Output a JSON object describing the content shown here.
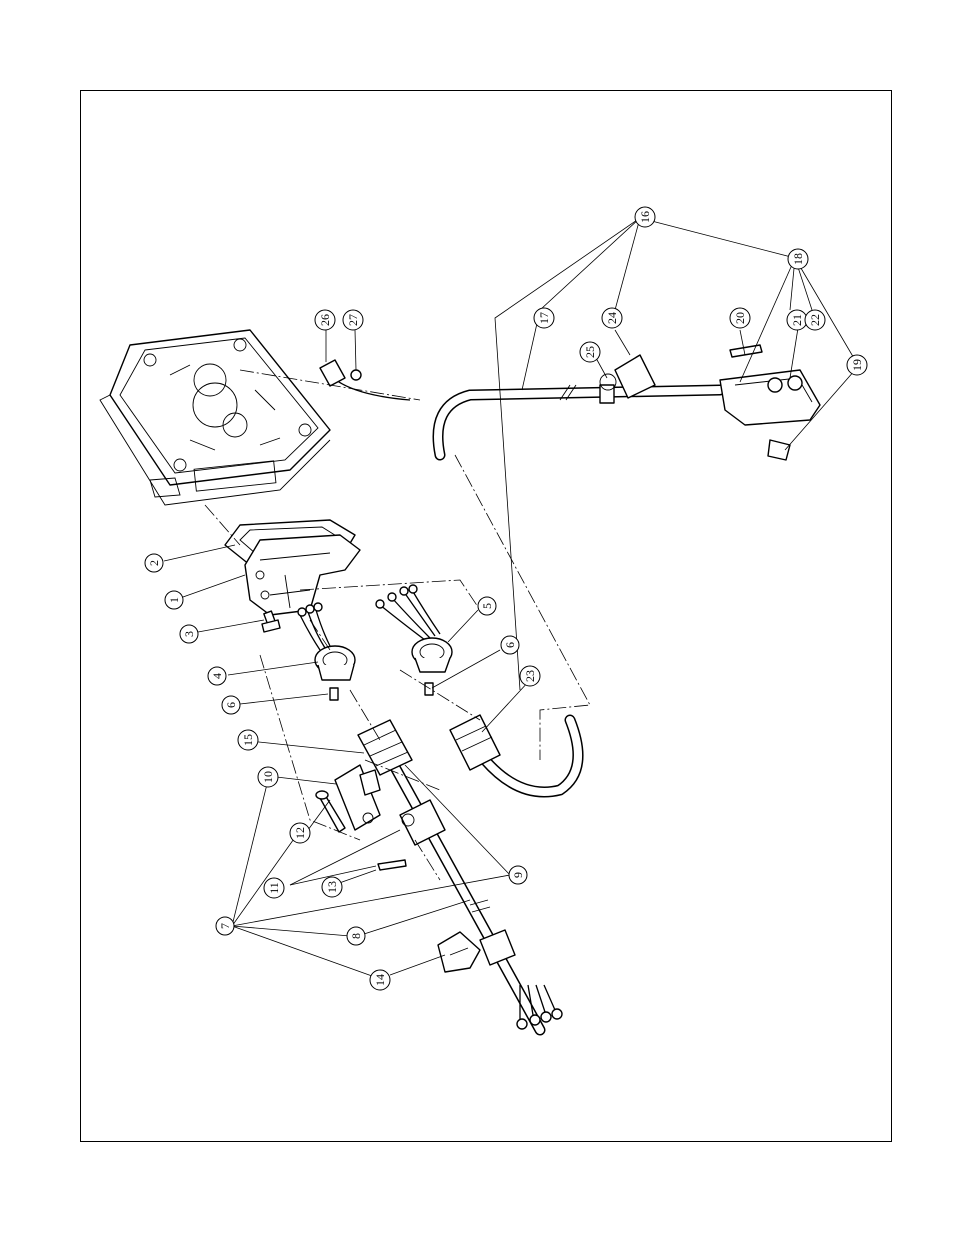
{
  "callouts": [
    {
      "id": "c1",
      "label": "1",
      "rot": -90
    },
    {
      "id": "c2",
      "label": "2",
      "rot": -90
    },
    {
      "id": "c3",
      "label": "3",
      "rot": -90
    },
    {
      "id": "c4",
      "label": "4",
      "rot": -90
    },
    {
      "id": "c5",
      "label": "5",
      "rot": -90
    },
    {
      "id": "c6a",
      "label": "6",
      "rot": -90
    },
    {
      "id": "c6b",
      "label": "6",
      "rot": -90
    },
    {
      "id": "c7",
      "label": "7",
      "rot": -90
    },
    {
      "id": "c8",
      "label": "8",
      "rot": -90
    },
    {
      "id": "c9",
      "label": "9",
      "rot": -90
    },
    {
      "id": "c10",
      "label": "10",
      "rot": -90
    },
    {
      "id": "c11",
      "label": "11",
      "rot": -90
    },
    {
      "id": "c12",
      "label": "12",
      "rot": -90
    },
    {
      "id": "c13",
      "label": "13",
      "rot": -90
    },
    {
      "id": "c14",
      "label": "14",
      "rot": -90
    },
    {
      "id": "c15",
      "label": "15",
      "rot": -90
    },
    {
      "id": "c16",
      "label": "16",
      "rot": -90
    },
    {
      "id": "c17",
      "label": "17",
      "rot": -90
    },
    {
      "id": "c18",
      "label": "18",
      "rot": -90
    },
    {
      "id": "c19",
      "label": "19",
      "rot": -90
    },
    {
      "id": "c20",
      "label": "20",
      "rot": -90
    },
    {
      "id": "c21",
      "label": "21",
      "rot": -90
    },
    {
      "id": "c22",
      "label": "22",
      "rot": -90
    },
    {
      "id": "c23",
      "label": "23",
      "rot": -90
    },
    {
      "id": "c24",
      "label": "24",
      "rot": -90
    },
    {
      "id": "c25",
      "label": "25",
      "rot": -90
    },
    {
      "id": "c26",
      "label": "26",
      "rot": -90
    },
    {
      "id": "c27",
      "label": "27",
      "rot": -90
    }
  ]
}
